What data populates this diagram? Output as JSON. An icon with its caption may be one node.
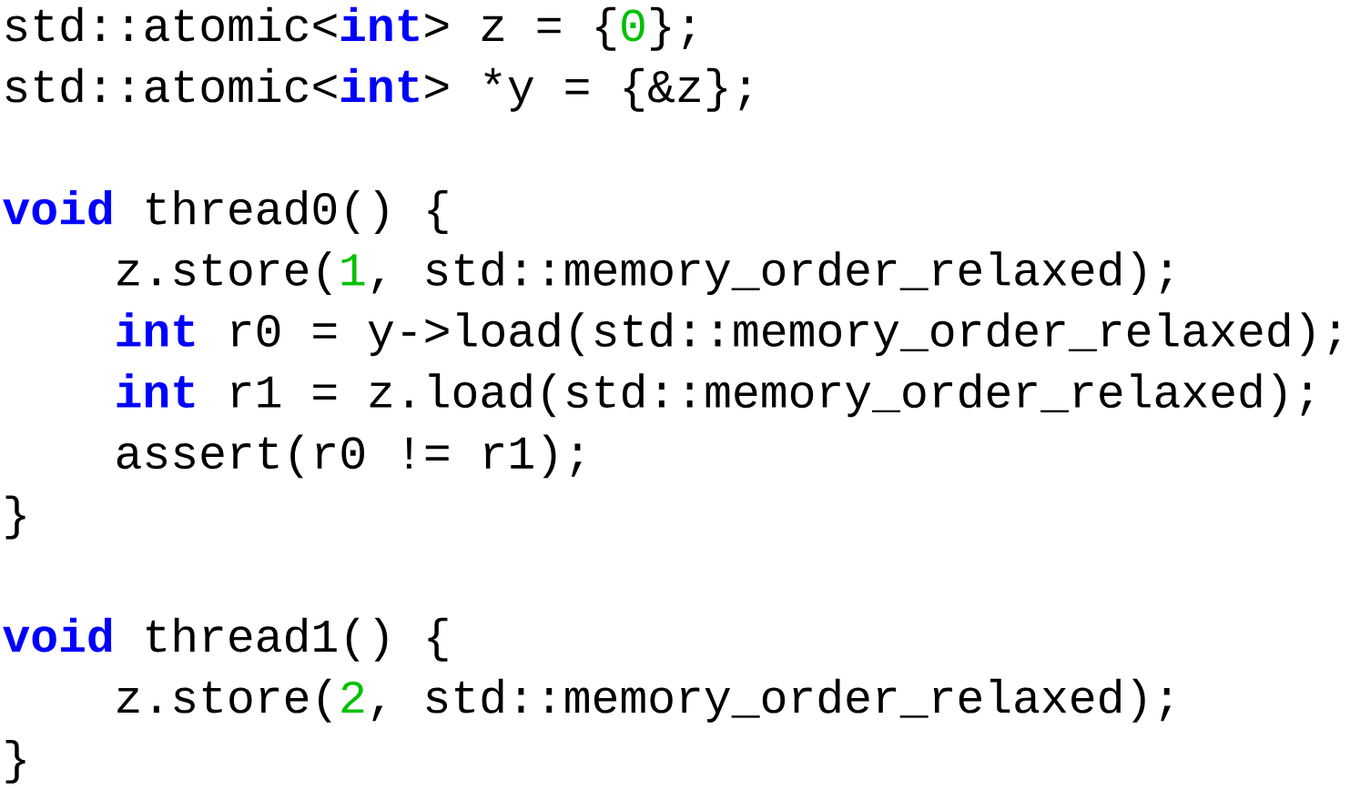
{
  "diagram": {
    "labels": [
      "std::atomic<",
      "int",
      "> z = {",
      "0",
      "};",
      "std::atomic<",
      "int",
      "> *y = {&z};",
      "void",
      "thread0() {",
      "z.store(",
      "1",
      ", std::memory_order_relaxed);",
      "int",
      "r0 = y->load(std::memory_order_relaxed);",
      "int",
      "r1 = z.load(std::memory_order_relaxed);",
      "assert(r0 != r1);",
      "}",
      "void",
      "thread1() {",
      "z.store(",
      "2",
      ", std::memory_order_relaxed);",
      "}"
    ]
  }
}
